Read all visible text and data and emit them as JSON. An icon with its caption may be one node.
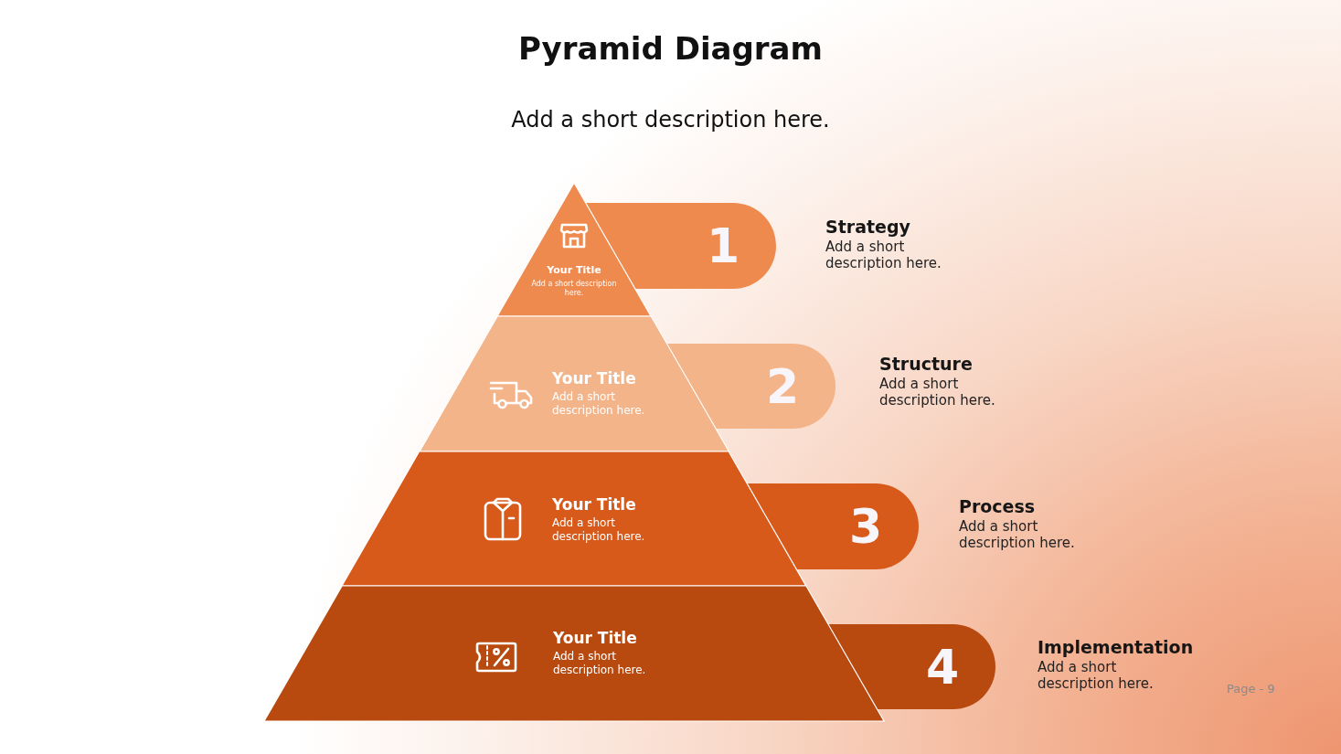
{
  "diagram": {
    "title": "Pyramid Diagram",
    "nodes": [
      {
        "text": [
          "Your Title",
          "Add a short description here."
        ]
      },
      {
        "text": [
          "1"
        ],
        "beside": [
          "Strategy",
          "Add a short description here."
        ]
      },
      {
        "text": [
          "Your Title",
          "Add a short description here."
        ]
      },
      {
        "text": [
          "2"
        ],
        "beside": [
          "Structure",
          "Add a short description here."
        ]
      },
      {
        "text": [
          "Your Title",
          "Add a short description here."
        ]
      },
      {
        "text": [
          "3"
        ],
        "beside": [
          "Process",
          "Add a short description here."
        ]
      },
      {
        "text": [
          "Your Title",
          "Add a short description here."
        ]
      },
      {
        "text": [
          "4"
        ],
        "beside": [
          "Implementation",
          "Add a short description here."
        ]
      }
    ],
    "labels": [
      "Add a short description here.",
      "Page - 9"
    ]
  }
}
